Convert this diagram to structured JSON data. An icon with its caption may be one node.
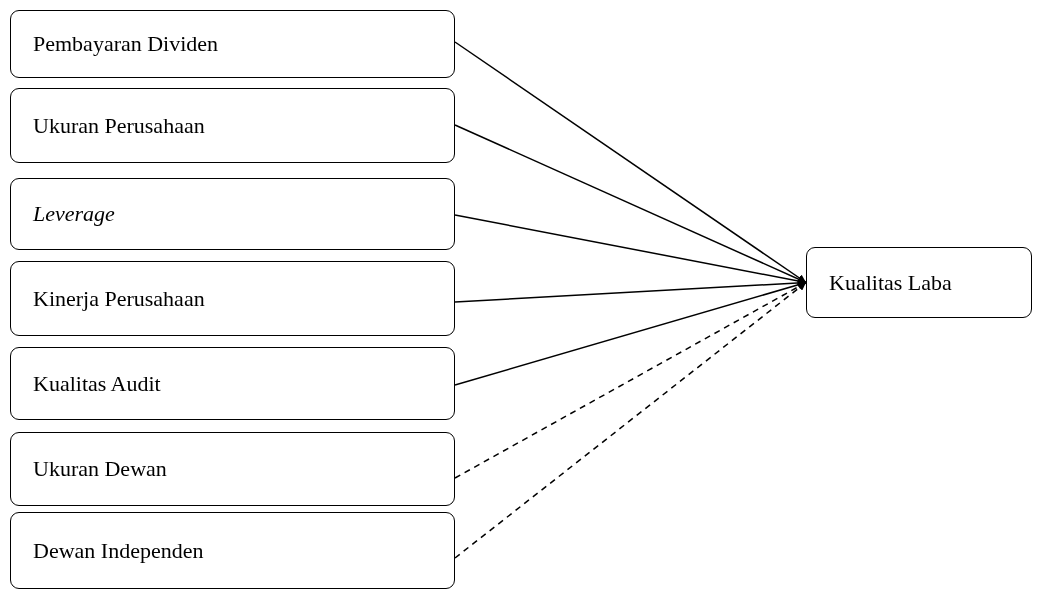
{
  "diagram": {
    "nodes": [
      {
        "text": [
          "Pembayaran Dividen"
        ]
      },
      {
        "text": [
          "Ukuran Perusahaan"
        ]
      },
      {
        "text": [
          "Leverage"
        ]
      },
      {
        "text": [
          "Kinerja Perusahaan"
        ]
      },
      {
        "text": [
          "Kualitas Audit"
        ]
      },
      {
        "text": [
          "Ukuran Dewan"
        ]
      },
      {
        "text": [
          "Dewan Independen"
        ]
      },
      {
        "text": [
          "Kualitas Laba"
        ]
      }
    ],
    "edges": [
      {
        "from": 0,
        "to": 7,
        "arrow": "to"
      },
      {
        "from": 1,
        "to": 7,
        "arrow": "to"
      },
      {
        "from": 2,
        "to": 7,
        "arrow": "to"
      },
      {
        "from": 3,
        "to": 7,
        "arrow": "to"
      },
      {
        "from": 4,
        "to": 7,
        "arrow": "to"
      },
      {
        "from": 5,
        "to": 7,
        "arrow": "to",
        "style": "dashed"
      },
      {
        "from": 6,
        "to": 7,
        "arrow": "to",
        "style": "dashed"
      }
    ]
  }
}
